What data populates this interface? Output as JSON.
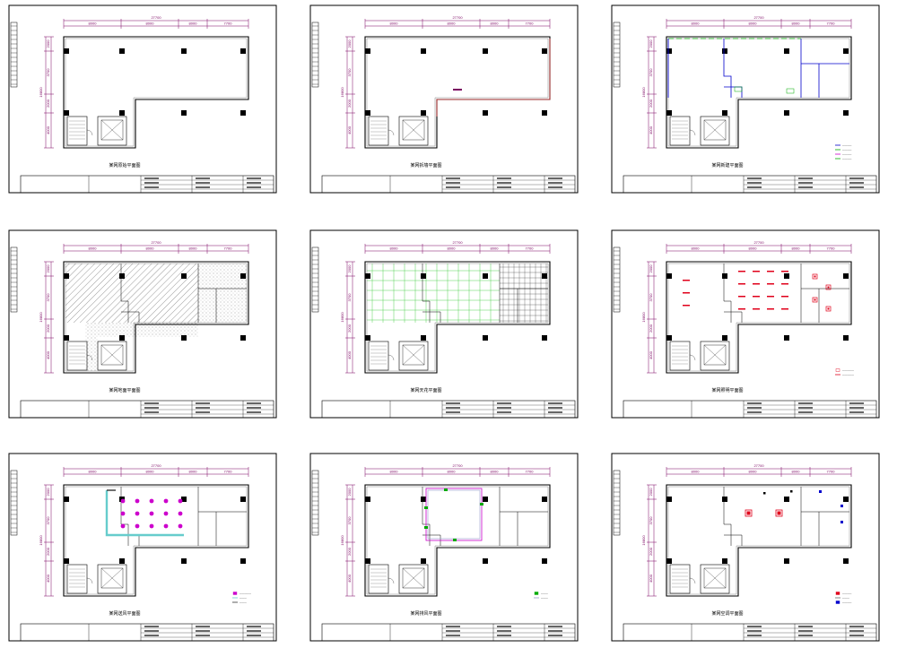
{
  "page": {
    "background": "#ffffff"
  },
  "dims": {
    "top_total": "27700",
    "top_segments": [
      "8000",
      "8000",
      "8000",
      "7700"
    ],
    "left_total": "16800",
    "left_segments": [
      "2000",
      "3700",
      "2000",
      "4000"
    ]
  },
  "colors": {
    "wall": "#000000",
    "column": "#000000",
    "dim_line": "#7a0060",
    "partition_blue": "#0000cc",
    "partition_green": "#00aa00",
    "ceiling_green": "#44cc44",
    "light_red": "#e0001a",
    "diffuser_magenta": "#cc00cc",
    "duct_cyan": "#66cccc",
    "hatch": "#333333"
  },
  "sheets": [
    {
      "id": "sheet-1",
      "title": "某网原始平面图",
      "variant": "original",
      "legend": []
    },
    {
      "id": "sheet-2",
      "title": "某网拆墙平面图",
      "variant": "demolition",
      "legend": []
    },
    {
      "id": "sheet-3",
      "title": "某网新建平面图",
      "variant": "new_walls",
      "legend": [
        "————",
        "————",
        "————",
        "————"
      ]
    },
    {
      "id": "sheet-4",
      "title": "某网地面平面图",
      "variant": "floor",
      "legend": []
    },
    {
      "id": "sheet-5",
      "title": "某网天花平面图",
      "variant": "ceiling",
      "legend": []
    },
    {
      "id": "sheet-6",
      "title": "某网照明平面图",
      "variant": "lighting",
      "legend": [
        "—————",
        "—————"
      ]
    },
    {
      "id": "sheet-7",
      "title": "某网送风平面图",
      "variant": "supply_air",
      "legend": [
        "—————",
        "———",
        "———"
      ]
    },
    {
      "id": "sheet-8",
      "title": "某网排风平面图",
      "variant": "exhaust_air",
      "legend": [
        "———",
        "———"
      ]
    },
    {
      "id": "sheet-9",
      "title": "某网空调平面图",
      "variant": "air_conditioning",
      "legend": [
        "————",
        "———",
        "————"
      ]
    }
  ]
}
